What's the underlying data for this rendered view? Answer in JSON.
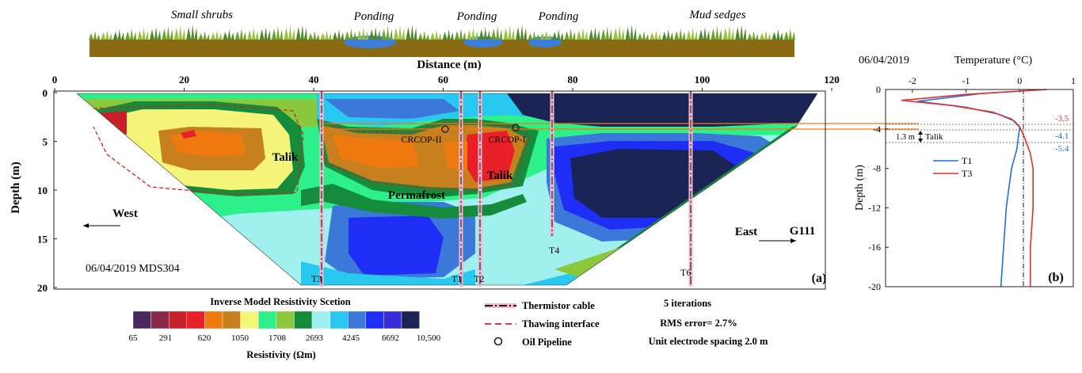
{
  "surface": {
    "vegetation_labels": [
      "Small shrubs",
      "Ponding",
      "Ponding",
      "Ponding",
      "Mud sedges"
    ]
  },
  "panel_a": {
    "x_axis_title": "Distance (m)",
    "x_ticks": [
      "0",
      "20",
      "40",
      "60",
      "80",
      "100",
      "120"
    ],
    "y_axis_title": "Depth (m)",
    "y_ticks": [
      "0",
      "5",
      "10",
      "15",
      "20"
    ],
    "annotations": {
      "talik_west": "Talik",
      "talik_east": "Talik",
      "permafrost": "Permafrost",
      "crcop2": "CRCOP-II",
      "crcop1": "CRCOP-I",
      "west": "West",
      "east": "East",
      "road": "G111",
      "survey": "06/04/2019 MDS304",
      "panel_label": "(a)"
    },
    "cables": [
      "T3",
      "T1",
      "T2",
      "T4",
      "T6"
    ]
  },
  "legend": {
    "title": "Inverse Model Resistivity Scetion",
    "colors": [
      "#4a2a5e",
      "#8a2a4a",
      "#c8202a",
      "#e8202a",
      "#f07a10",
      "#c8801f",
      "#f5f57a",
      "#2ef08a",
      "#8cc83c",
      "#148c3c",
      "#a0f0f0",
      "#28c8f0",
      "#3c78d8",
      "#1f2ef5",
      "#3a2ad8",
      "#1a2454"
    ],
    "tick_labels": [
      "65",
      "291",
      "620",
      "1050",
      "1708",
      "2693",
      "4245",
      "6692",
      "10,500"
    ],
    "unit": "Resistivity (Ωm)",
    "thermistor": "Thermistor cable",
    "thawing": "Thawing interface",
    "pipeline": "Oil Pipeline",
    "iterations": "5 iterations",
    "rms": "RMS error= 2.7%",
    "spacing": "Unit electrode spacing 2.0 m"
  },
  "panel_b": {
    "date": "06/04/2019",
    "x_axis_title": "Temperature (°C)",
    "y_axis_title": "Depth (m)",
    "x_ticks": [
      "-2",
      "-1",
      "0",
      "1"
    ],
    "y_ticks": [
      "0",
      "-4",
      "-8",
      "-12",
      "-16",
      "-20"
    ],
    "marks": [
      "-3.5",
      "-4.1",
      "-5.4"
    ],
    "talik_label": "1.3 m",
    "talik_word": "Talik",
    "panel_label": "(b)",
    "colors": {
      "T1": "#1f6fd8",
      "T3": "#e03030"
    }
  },
  "chart_data": {
    "type": "line",
    "title": "06/04/2019",
    "xlabel": "Temperature (°C)",
    "ylabel": "Depth (m)",
    "xlim": [
      -2.5,
      1
    ],
    "ylim": [
      -20,
      0
    ],
    "series": [
      {
        "name": "T1",
        "x": [
          0.5,
          -0.7,
          -1.9,
          -1.0,
          -0.4,
          -0.1,
          0.0,
          -0.05,
          -0.15,
          -0.2,
          -0.25,
          -0.3,
          -0.35
        ],
        "y": [
          0,
          -0.4,
          -1.2,
          -1.8,
          -2.5,
          -3.2,
          -3.8,
          -6.0,
          -8.0,
          -10.0,
          -12.0,
          -16.0,
          -20.0
        ]
      },
      {
        "name": "T3",
        "x": [
          0.5,
          -1.0,
          -2.2,
          -1.3,
          -0.5,
          -0.15,
          0.0,
          0.1,
          0.2,
          0.25,
          0.25,
          0.2,
          0.2
        ],
        "y": [
          0,
          -0.5,
          -1.1,
          -1.6,
          -2.3,
          -3.0,
          -3.8,
          -5.0,
          -6.5,
          -8.0,
          -12.0,
          -16.0,
          -20.0
        ]
      }
    ]
  }
}
